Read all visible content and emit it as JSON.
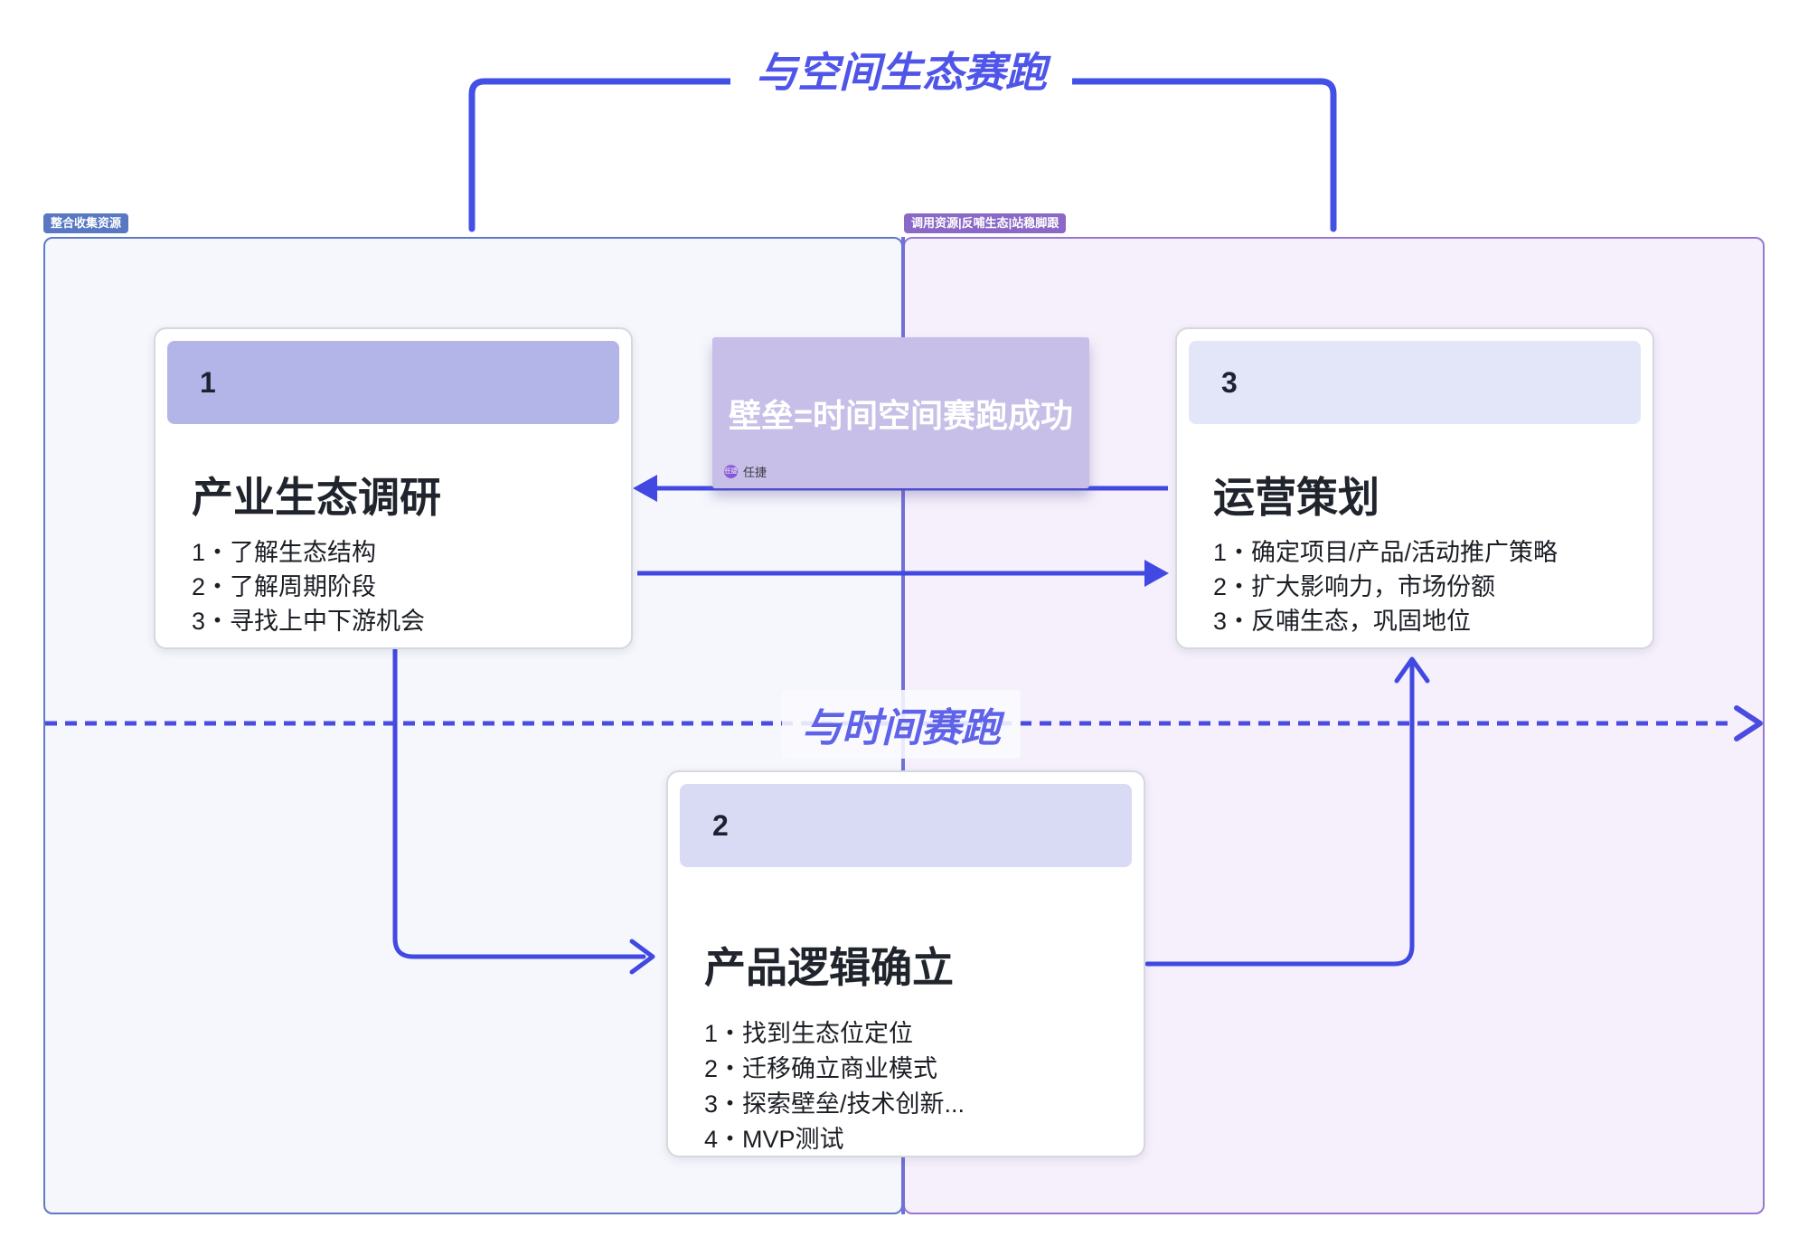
{
  "diagram": {
    "top_race_label": "与空间生态赛跑",
    "time_race_label": "与时间赛跑",
    "left_panel_badge": "整合收集资源",
    "right_panel_badge": "调用资源|反哺生态|站稳脚跟",
    "center_box": {
      "text": "壁垒=时间空间赛跑成功",
      "watermark_avatar": "任捷",
      "watermark_name": "任捷"
    },
    "cards": [
      {
        "number": "1",
        "title": "产业生态调研",
        "items": [
          "1・了解生态结构",
          "2・了解周期阶段",
          "3・寻找上中下游机会"
        ]
      },
      {
        "number": "2",
        "title": "产品逻辑确立",
        "items": [
          "1・找到生态位定位",
          "2・迁移确立商业模式",
          "3・探索壁垒/技术创新...",
          "4・MVP测试"
        ]
      },
      {
        "number": "3",
        "title": "运营策划",
        "items": [
          "1・确定项目/产品/活动推广策略",
          "2・扩大影响力，市场份额",
          "3・反哺生态，巩固地位"
        ]
      }
    ],
    "colors": {
      "arrow_blue": "#4149e2",
      "bracket_blue": "#4350e6",
      "title_blue": "#4f55e8",
      "time_label_blue": "#5f63e8",
      "left_panel_fill": "#f5f7fc",
      "left_panel_border": "#5d7ac6",
      "right_panel_fill": "#f5f0fb",
      "right_panel_border": "#9878d2",
      "left_badge_fill": "#5878c2",
      "right_badge_fill": "#8a68c6",
      "band1_fill": "#b3b5e9",
      "band2_fill": "#d9dbf5",
      "band3_fill": "#e3e6f8",
      "center_box_fill": "#c7bfe7"
    }
  }
}
